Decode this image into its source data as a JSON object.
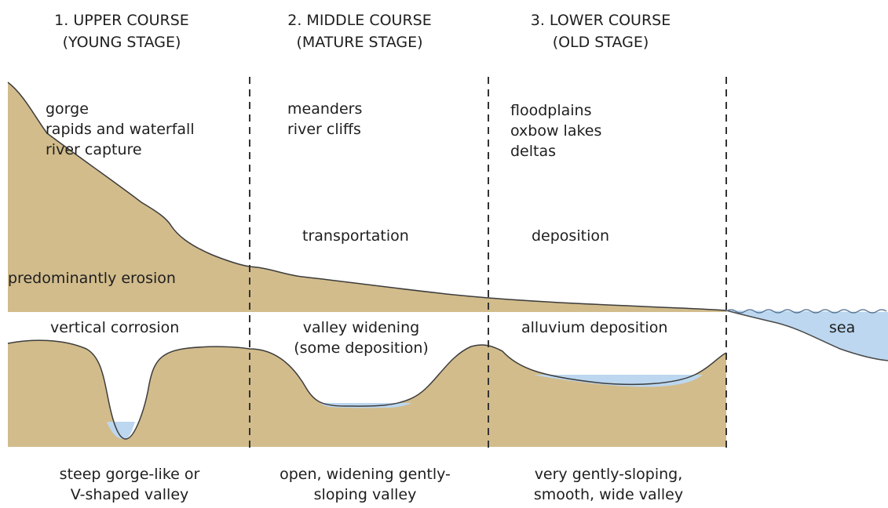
{
  "stages": [
    {
      "heading_line1": "1. UPPER COURSE",
      "heading_line2": "(YOUNG STAGE)",
      "features": [
        "gorge",
        "rapids and waterfall",
        "river capture"
      ],
      "process": "predominantly erosion",
      "valley_process": "vertical corrosion",
      "valley_desc_line1": "steep gorge-like or",
      "valley_desc_line2": "V-shaped valley"
    },
    {
      "heading_line1": "2. MIDDLE COURSE",
      "heading_line2": "(MATURE STAGE)",
      "features": [
        "meanders",
        "river cliffs"
      ],
      "process": "transportation",
      "valley_process_line1": "valley widening",
      "valley_process_line2": "(some deposition)",
      "valley_desc_line1": "open, widening gently-",
      "valley_desc_line2": "sloping valley"
    },
    {
      "heading_line1": "3. LOWER COURSE",
      "heading_line2": "(OLD STAGE)",
      "features": [
        "floodplains",
        "oxbow lakes",
        "deltas"
      ],
      "process": "deposition",
      "valley_process": "alluvium deposition",
      "valley_desc_line1": "very gently-sloping,",
      "valley_desc_line2": "smooth, wide valley"
    }
  ],
  "sea_label": "sea",
  "colors": {
    "land": "#d2bc8c",
    "land_edge": "#3c3c3c",
    "water": "#bcd7ef",
    "water_edge": "#4a6a8c",
    "divider": "#333333"
  }
}
